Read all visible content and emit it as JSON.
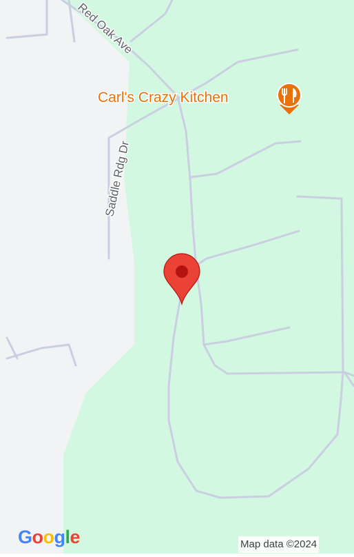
{
  "map": {
    "roads": {
      "red_oak_ave": "Red Oak Ave",
      "saddle_rdg_dr": "Saddle Rdg Dr"
    },
    "poi": {
      "name": "Carl's Crazy Kitchen",
      "icon": "restaurant-icon",
      "color": "#e8710a"
    },
    "marker": {
      "icon": "location-pin-icon",
      "color": "#ea4335"
    },
    "colors": {
      "park": "#d3f8e2",
      "land": "#f1f3f4",
      "road": "#c9cfe0"
    }
  },
  "branding": {
    "logo_letters": [
      "G",
      "o",
      "o",
      "g",
      "l",
      "e"
    ],
    "logo_colors": [
      "#4285f4",
      "#ea4335",
      "#fbbc04",
      "#4285f4",
      "#34a853",
      "#ea4335"
    ],
    "attribution": "Map data ©2024"
  }
}
